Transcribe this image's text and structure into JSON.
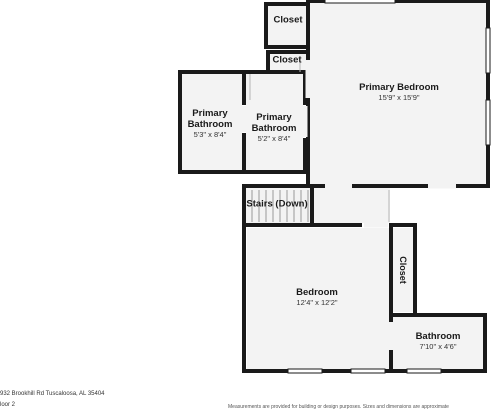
{
  "rooms": {
    "closet_top": {
      "name": "Closet"
    },
    "closet_mid": {
      "name": "Closet"
    },
    "primary_bedroom": {
      "name": "Primary Bedroom",
      "dims": "15'9\" x 15'9\""
    },
    "primary_bathroom_left": {
      "name_line1": "Primary",
      "name_line2": "Bathroom",
      "dims": "5'3\" x 8'4\""
    },
    "primary_bathroom_right": {
      "name_line1": "Primary",
      "name_line2": "Bathroom",
      "dims": "5'2\" x 8'4\""
    },
    "stairs": {
      "name": "Stairs (Down)"
    },
    "bedroom": {
      "name": "Bedroom",
      "dims": "12'4\" x 12'2\""
    },
    "closet_right": {
      "name": "Closet"
    },
    "bathroom": {
      "name": "Bathroom",
      "dims": "7'10\" x 4'6\""
    }
  },
  "footer": {
    "address": "932 Brookhill Rd Tuscaloosa, AL 35404",
    "floor": "loor 2",
    "disclaimer": "Measurements are provided for building or design purposes. Sizes and dimensions are approximate"
  },
  "colors": {
    "wall": "#1a1a1a",
    "floor": "#f3f3f3",
    "window": "#ffffff"
  }
}
